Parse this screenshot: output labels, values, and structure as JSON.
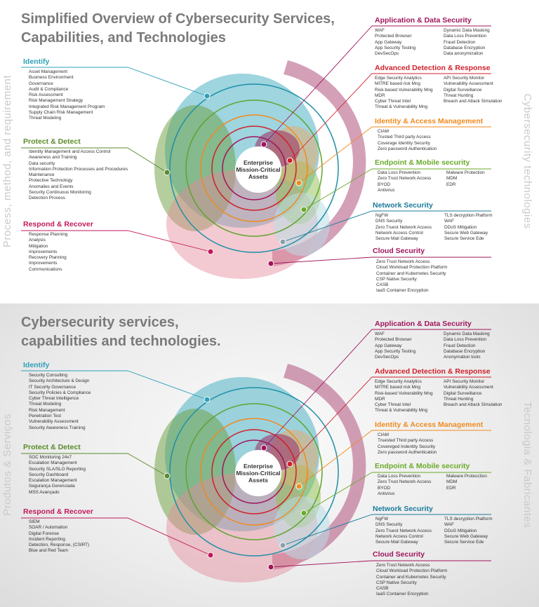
{
  "colors": {
    "identify": "#2f9fb8",
    "protect": "#5a8a2a",
    "respond": "#c2185b",
    "appsec": "#a0145a",
    "advanced": "#d0202a",
    "iam": "#f08a1e",
    "endpoint": "#6aaa2a",
    "network": "#1a7a9a",
    "cloud": "#a0145a"
  },
  "center": {
    "line1": "Enterprise",
    "line2": "Mission-Critical",
    "line3": "Assets"
  },
  "top": {
    "title_line1": "Simplified Overview of Cybersecurity Services,",
    "title_line2": "Capabilities, and Technologies",
    "left_vertical": "Process, method, and requirement",
    "right_vertical": "Cybersecurity technologies",
    "identify": {
      "title": "Identify",
      "items": [
        "Asset Management",
        "Business Environment",
        "Governance",
        "Audit & Compliance",
        "Risk Assessment",
        "Risk Management Strategy",
        "Integrated Risk Management Program",
        "Supply Chain Risk Management",
        "Threat Modeling"
      ]
    },
    "protect": {
      "title": "Protect & Detect",
      "items": [
        "Identity Management and Access Control",
        "Awareness and Training",
        "Data security",
        "Information Protection Processes and Procedures",
        "Maintenance",
        "Protective Technology",
        "Anomalies and Events",
        "Security Continuous Monitoring",
        "Detection Process"
      ]
    },
    "respond": {
      "title": "Respond & Recover",
      "items": [
        "Response Planning",
        "Analysis",
        "Mitigation",
        "Improvements",
        "Recovery Planning",
        "Improvements",
        "Communications"
      ]
    },
    "appsec": {
      "title": "Application & Data Security",
      "col1": [
        "WAF",
        "Protected Browser",
        "App Gateway",
        "App Security Testing",
        "DevSecOps"
      ],
      "col2": [
        "Dynamic Data Masking",
        "Data Loss Prevention",
        "Fraud Detection",
        "Database Encryption",
        "Data anonymization"
      ]
    },
    "advanced": {
      "title": "Advanced Detection & Response",
      "col1": [
        "Edge Security Analytics",
        "MITRE based risk Mng",
        "Risk-based Vulnerability Mng",
        "MDR",
        "Cyber Threat Intel",
        "Threat & Vulnerability Mng"
      ],
      "col2": [
        "API Security Monitor",
        "Vulnerability Assessment",
        "Digital Surveillance",
        "Threat Hunting",
        "Breach and Attack Simulation"
      ]
    },
    "iam": {
      "title": "Identity & Access Management",
      "items": [
        "CIAM",
        "Trusted Third party Access",
        "Coverage Identity Security",
        "Zero password Authentication"
      ]
    },
    "endpoint": {
      "title": "Endpoint & Mobile security",
      "col1": [
        "Data Loss Prevention",
        "Zero Trust Network Access",
        "BYOD",
        "Antivirus"
      ],
      "col2": [
        "Malware Protection",
        "MDM",
        "EDR"
      ]
    },
    "network": {
      "title": "Network Security",
      "col1": [
        "NgFW",
        "DNS Security",
        "Zero Truest Network Access",
        "Network Access Control",
        "Secure Mail Gateway"
      ],
      "col2": [
        "TLS decryption Platform",
        "WAF",
        "DDoS Mitigation",
        "Secure Web Gateway",
        "Secure Service Ede"
      ]
    },
    "cloud": {
      "title": "Cloud Security",
      "items": [
        "Zero Trust Network Access",
        "Cloud Workload Protection Platform",
        "Container and Kubernetes Security",
        "CSP Native Security",
        "CASB",
        "IaaS Container Encryption"
      ]
    }
  },
  "bottom": {
    "title_line1": "Cybersecurity services,",
    "title_line2": "capabilities and technologies.",
    "left_vertical": "Produtos & Serviços",
    "right_vertical": "Tecnologia & Fabricantes",
    "identify": {
      "title": "Identify",
      "items": [
        "Security Consulting",
        "Security Architecture & Design",
        "IT Security Governance",
        "Security Policies & Compliance",
        "Cyber Threat Intelligence",
        "Threat Modeling",
        "Risk Management",
        "Penetration Test",
        "Vulnerability Assessment",
        "Security Awareness Training"
      ]
    },
    "protect": {
      "title": "Protect & Detect",
      "items": [
        "SOC Monitoring 24x7",
        "Escalation Management",
        "Security SLA/SLO Reporting",
        "Security Dashboard",
        "Escalation Management",
        "Segurança Gerenciada",
        "MSS Avançado"
      ]
    },
    "respond": {
      "title": "Respond & Recover",
      "items": [
        "SIEM",
        "SOAR / Automation",
        "Digital Forense",
        "Incident Reporting",
        "Detection, Response, (CSIRT)",
        "Blue and Red Team"
      ]
    },
    "appsec": {
      "title": "Application & Data Security",
      "col1": [
        "WAF",
        "Protected Browser",
        "App Gateway",
        "App Security Testing",
        "DevSecOps"
      ],
      "col2": [
        "Dynamic Data Masking",
        "Data Loss Prevention",
        "Fraud Detection",
        "Database Encryption",
        "Anonymation tools"
      ]
    },
    "advanced": {
      "title": "Advanced Detection & Response",
      "col1": [
        "Edge Security Analytics",
        "MITRE based risk Mng",
        "Risk-based Vulnerability Mng",
        "MDR",
        "Cyber Threat Intel",
        "Threat & Vulnerability Mng"
      ],
      "col2": [
        "API Security Monitor",
        "Vulnerability Assessment",
        "Digital Surveillance",
        "Threat Hunting",
        "Breach and Attack Simulation"
      ]
    },
    "iam": {
      "title": "Identity & Access Management",
      "items": [
        "CIAM",
        "Truested Third party Access",
        "Covereged Indentity Security",
        "Zero password Authentication"
      ]
    },
    "endpoint": {
      "title": "Endpoint & Mobile security",
      "col1": [
        "Data Loss Prevention",
        "Zero Trust Network Access",
        "BYOD",
        "Antivirus"
      ],
      "col2": [
        "Malware Protecction",
        "MDM",
        "EDR"
      ]
    },
    "network": {
      "title": "Network Security",
      "col1": [
        "NgFW",
        "DNS Security",
        "Zero Truest Network Access",
        "Network Access Control",
        "Secure Mail Gateway"
      ],
      "col2": [
        "TLS decryption Platform",
        "WAF",
        "DDoS Mitigation",
        "Secure Web Gateway",
        "Secure Service Ede"
      ]
    },
    "cloud": {
      "title": "Cloud Security",
      "items": [
        "Zero Trust Network Access",
        "Cloud Workload Protection Platform",
        "Container and Kubernetes Security",
        "CSP Native Security",
        "CASB",
        "IaaS Container Encryption"
      ]
    }
  }
}
